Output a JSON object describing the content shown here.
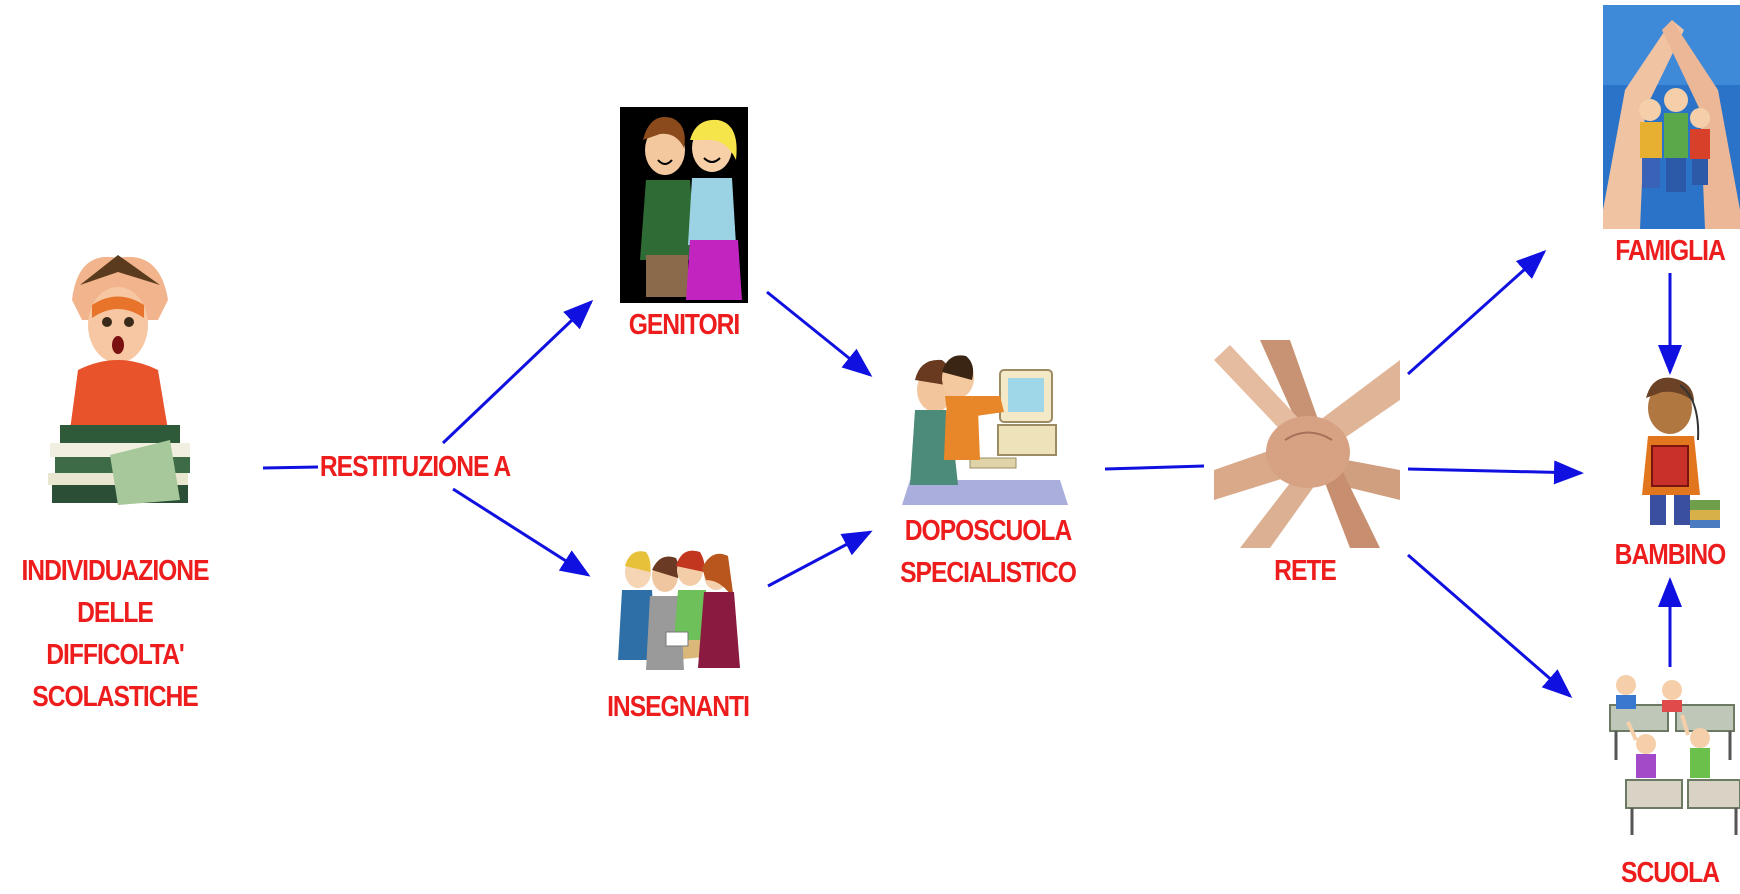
{
  "nodes": {
    "child": {
      "lines": [
        "INDIVIDUAZIONE",
        "DELLE",
        "DIFFICOLTA'",
        "SCOLASTICHE"
      ],
      "icon": "surprised-child-with-books-icon"
    },
    "restituzione": {
      "label": "RESTITUZIONE A"
    },
    "genitori": {
      "label": "GENITORI",
      "icon": "parents-couple-icon"
    },
    "insegnanti": {
      "label": "INSEGNANTI",
      "icon": "teachers-group-icon"
    },
    "doposcuola": {
      "lines": [
        "DOPOSCUOLA",
        "SPECIALISTICO"
      ],
      "icon": "children-at-computer-icon"
    },
    "rete": {
      "label": "RETE",
      "icon": "stacked-hands-icon"
    },
    "famiglia": {
      "label": "FAMIGLIA",
      "icon": "family-in-hands-icon"
    },
    "bambino": {
      "label": "BAMBINO",
      "icon": "child-with-book-icon"
    },
    "scuola": {
      "label": "SCUOLA",
      "icon": "classroom-desks-icon"
    }
  },
  "colors": {
    "label_text": "#ee1d1d",
    "arrow": "#1010e0"
  }
}
